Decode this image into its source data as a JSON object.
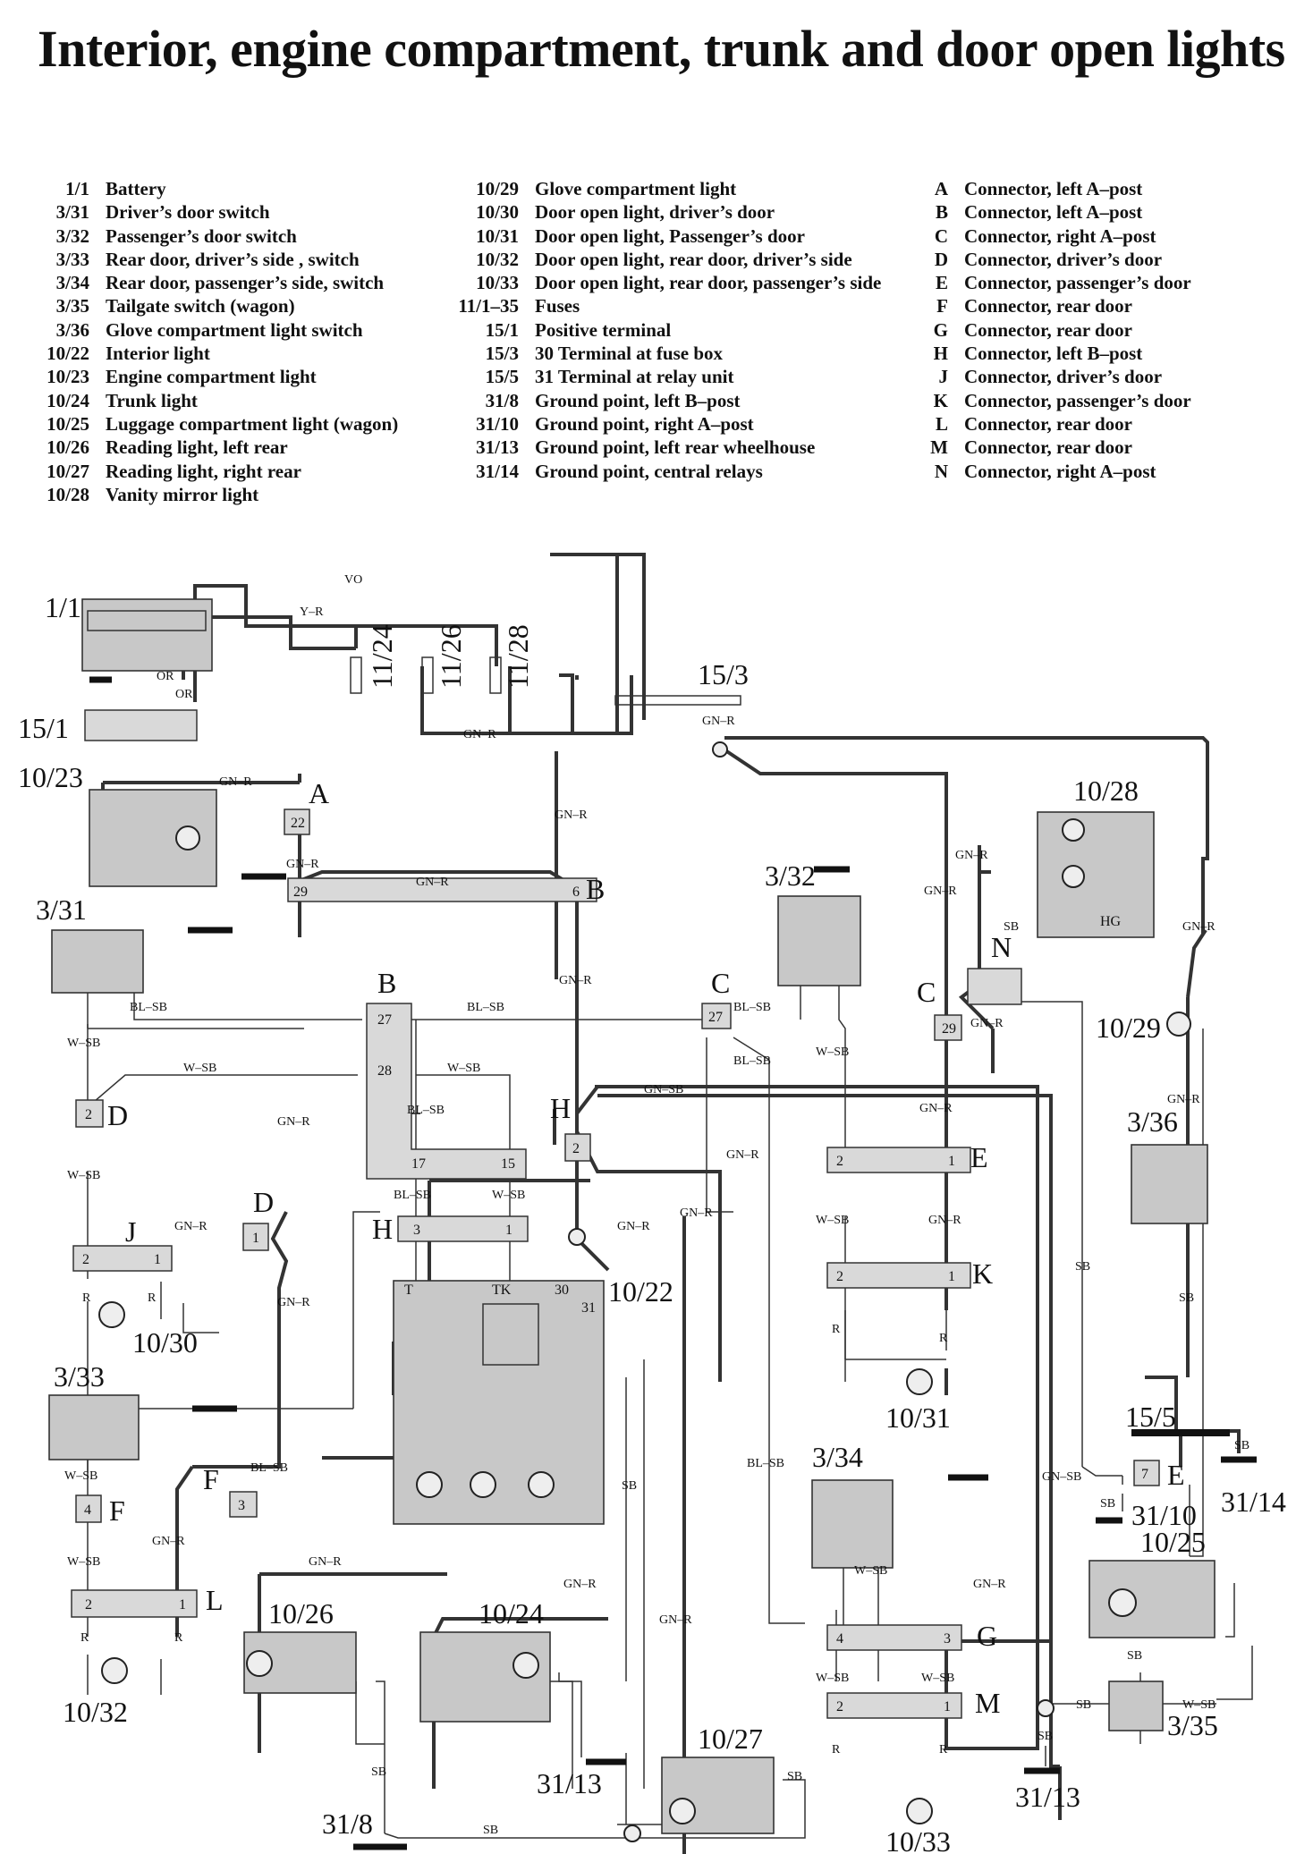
{
  "title": "Interior, engine compartment, trunk and door open lights",
  "legend": {
    "col1": [
      {
        "code": "1/1",
        "label": "Battery"
      },
      {
        "code": "3/31",
        "label": "Driver’s door switch"
      },
      {
        "code": "3/32",
        "label": "Passenger’s door switch"
      },
      {
        "code": "3/33",
        "label": "Rear door, driver’s side , switch"
      },
      {
        "code": "3/34",
        "label": "Rear door, passenger’s side, switch"
      },
      {
        "code": "3/35",
        "label": "Tailgate switch (wagon)"
      },
      {
        "code": "3/36",
        "label": "Glove compartment light switch"
      },
      {
        "code": "10/22",
        "label": "Interior light"
      },
      {
        "code": "10/23",
        "label": "Engine compartment light"
      },
      {
        "code": "10/24",
        "label": "Trunk light"
      },
      {
        "code": "10/25",
        "label": "Luggage compartment light (wagon)"
      },
      {
        "code": "10/26",
        "label": "Reading light, left rear"
      },
      {
        "code": "10/27",
        "label": "Reading light, right rear"
      },
      {
        "code": "10/28",
        "label": "Vanity mirror light"
      }
    ],
    "col2": [
      {
        "code": "10/29",
        "label": "Glove compartment light"
      },
      {
        "code": "10/30",
        "label": "Door open light, driver’s door"
      },
      {
        "code": "10/31",
        "label": "Door open light, Passenger’s door"
      },
      {
        "code": "10/32",
        "label": "Door open light, rear door, driver’s side"
      },
      {
        "code": "10/33",
        "label": "Door open light, rear door, passenger’s side"
      },
      {
        "code": "11/1–35",
        "label": "Fuses"
      },
      {
        "code": "15/1",
        "label": "Positive terminal"
      },
      {
        "code": "15/3",
        "label": "30 Terminal at fuse box"
      },
      {
        "code": "15/5",
        "label": "31 Terminal at relay unit"
      },
      {
        "code": "31/8",
        "label": "Ground point, left B–post"
      },
      {
        "code": "31/10",
        "label": "Ground point, right A–post"
      },
      {
        "code": "31/13",
        "label": "Ground point, left rear wheelhouse"
      },
      {
        "code": "31/14",
        "label": "Ground point, central relays"
      }
    ],
    "col3": [
      {
        "code": "A",
        "label": "Connector, left A–post"
      },
      {
        "code": "B",
        "label": "Connector, left A–post"
      },
      {
        "code": "C",
        "label": "Connector, right A–post"
      },
      {
        "code": "D",
        "label": "Connector, driver’s door"
      },
      {
        "code": "E",
        "label": "Connector, passenger’s door"
      },
      {
        "code": "F",
        "label": "Connector, rear door"
      },
      {
        "code": "G",
        "label": "Connector, rear door"
      },
      {
        "code": "H",
        "label": "Connector, left B–post"
      },
      {
        "code": "J",
        "label": "Connector, driver’s door"
      },
      {
        "code": "K",
        "label": "Connector, passenger’s door"
      },
      {
        "code": "L",
        "label": "Connector, rear door"
      },
      {
        "code": "M",
        "label": "Connector, rear door"
      },
      {
        "code": "N",
        "label": "Connector, right A–post"
      }
    ]
  },
  "components": {
    "battery": "1/1",
    "pos_terminal": "15/1",
    "fuse_24": "11/24",
    "fuse_26": "11/26",
    "fuse_28": "11/28",
    "term_30": "15/3",
    "eng_light": "10/23",
    "vanity": "10/28",
    "drv_sw": "3/31",
    "pass_sw": "3/32",
    "glove_light": "10/29",
    "glove_sw": "3/36",
    "drv_light": "10/30",
    "rear_drv_sw": "3/33",
    "interior": "10/22",
    "pass_light": "10/31",
    "relay_gnd": "15/5",
    "gnd_31_14": "31/14",
    "rear_pass_sw": "3/34",
    "gnd_31_10": "31/10",
    "lugg": "10/25",
    "reading_l": "10/26",
    "trunk": "10/24",
    "reading_r": "10/27",
    "rear_drv_light": "10/32",
    "rear_pass_light": "10/33",
    "gnd_31_13": "31/13",
    "gnd_31_8": "31/8",
    "tailgate": "3/35"
  },
  "connectors": {
    "A": "A",
    "B": "B",
    "C": "C",
    "D": "D",
    "E": "E",
    "F": "F",
    "G": "G",
    "H": "H",
    "J": "J",
    "K": "K",
    "L": "L",
    "M": "M",
    "N": "N"
  },
  "pins": {
    "p22": "22",
    "p29": "29",
    "p6": "6",
    "p27": "27",
    "p28": "28",
    "p17": "17",
    "p15": "15",
    "p2": "2",
    "p1": "1",
    "p3": "3",
    "p4": "4",
    "p7": "7",
    "p30": "30",
    "p31": "31",
    "T": "T",
    "TK": "TK",
    "HG": "HG"
  },
  "wires": {
    "VO": "VO",
    "YR": "Y–R",
    "OR": "OR",
    "GNR": "GN–R",
    "BLSB": "BL–SB",
    "WSB": "W–SB",
    "R": "R",
    "SB": "SB",
    "GNSB": "GN–SB"
  }
}
